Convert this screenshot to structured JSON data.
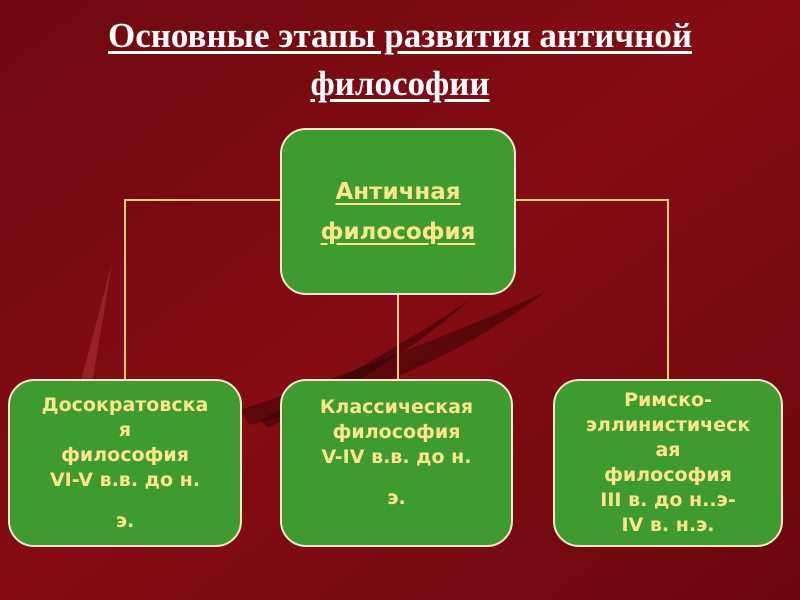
{
  "title": {
    "line1": "Основные этапы развития античной",
    "line2": "философии"
  },
  "root": {
    "line1": "Античная",
    "line2": "философия"
  },
  "children": [
    {
      "lines": [
        "Досократовска",
        "я",
        "философия",
        "VI-V в.в. до н.",
        "э."
      ]
    },
    {
      "lines": [
        "Классическая",
        "философия",
        "V-IV в.в. до н.",
        "э."
      ]
    },
    {
      "lines": [
        "Римско-",
        "эллинистическ",
        "ая",
        "философия",
        "III в. до н..э-",
        "IV в. н.э."
      ]
    }
  ],
  "colors": {
    "background": "#7a0a12",
    "box_fill": "#3d9b30",
    "box_border": "#f2e8c8",
    "box_text": "#ffe58a",
    "connector": "#f0cc70",
    "title_text": "#ffffff"
  }
}
